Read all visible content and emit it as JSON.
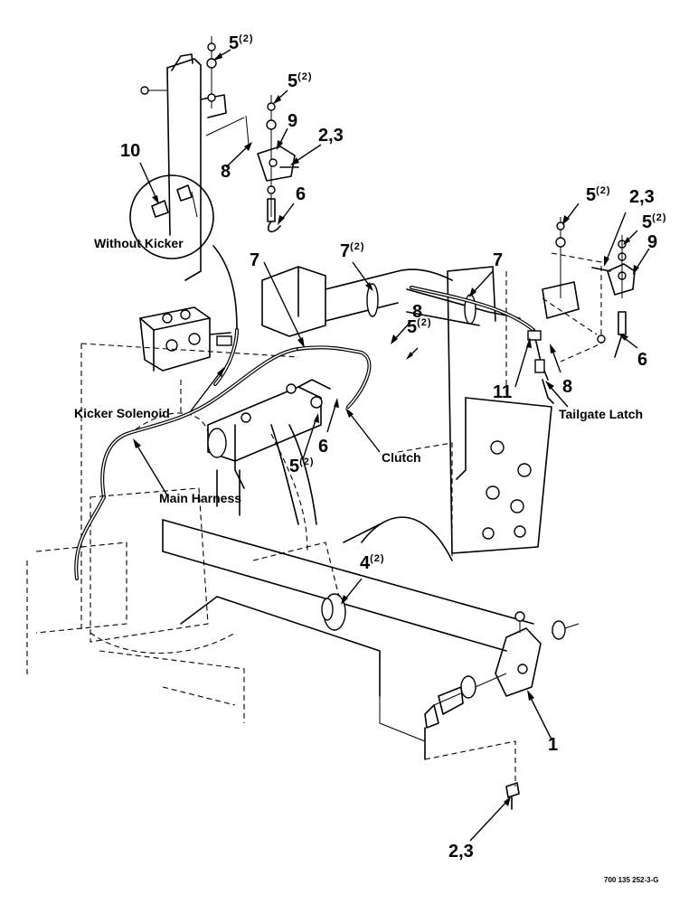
{
  "callouts": {
    "c1": {
      "num": "5",
      "qty": "(2)"
    },
    "c2": {
      "num": "5",
      "qty": "(2)"
    },
    "c3": {
      "num": "9"
    },
    "c4": {
      "num": "2,3"
    },
    "c5": {
      "num": "10"
    },
    "c6": {
      "num": "8"
    },
    "c7": {
      "num": "6"
    },
    "c8": {
      "num": "7"
    },
    "c9": {
      "num": "7",
      "qty": "(2)"
    },
    "c10": {
      "num": "7"
    },
    "c11": {
      "num": "5",
      "qty": "(2)"
    },
    "c12": {
      "num": "2,3"
    },
    "c13": {
      "num": "5",
      "qty": "(2)"
    },
    "c14": {
      "num": "9"
    },
    "c15": {
      "num": "8"
    },
    "c16": {
      "num": "5",
      "qty": "(2)"
    },
    "c17": {
      "num": "6"
    },
    "c18": {
      "num": "11"
    },
    "c19": {
      "num": "8"
    },
    "c20": {
      "num": "6"
    },
    "c21": {
      "num": "5",
      "qty": "(2)"
    },
    "c22": {
      "num": "4",
      "qty": "(2)"
    },
    "c23": {
      "num": "1"
    },
    "c24": {
      "num": "2,3"
    }
  },
  "labels": {
    "without_kicker": "Without Kicker",
    "kicker_solenoid": "Kicker Solenoid",
    "main_harness": "Main Harness",
    "clutch": "Clutch",
    "tailgate_latch": "Tailgate Latch"
  },
  "figure_ref": "700 135 252-3-G"
}
